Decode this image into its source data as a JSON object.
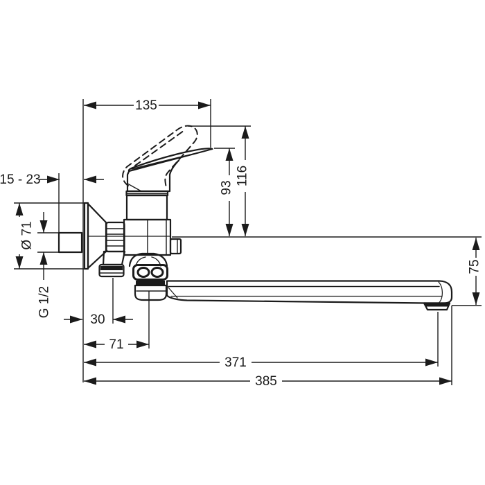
{
  "meta": {
    "subject": "technical dimension drawing of a wall-mounted single-lever mixer with long swivel spout",
    "units": "mm",
    "line_color": "#1b1b1b",
    "background": "#ffffff"
  },
  "dims": {
    "d135": "135",
    "d15_23": "15 - 23",
    "dia71": "Ø 71",
    "g12": "G 1/2",
    "d30": "30",
    "d71": "71",
    "d371": "371",
    "d385": "385",
    "d93": "93",
    "d116": "116",
    "d75": "75"
  }
}
